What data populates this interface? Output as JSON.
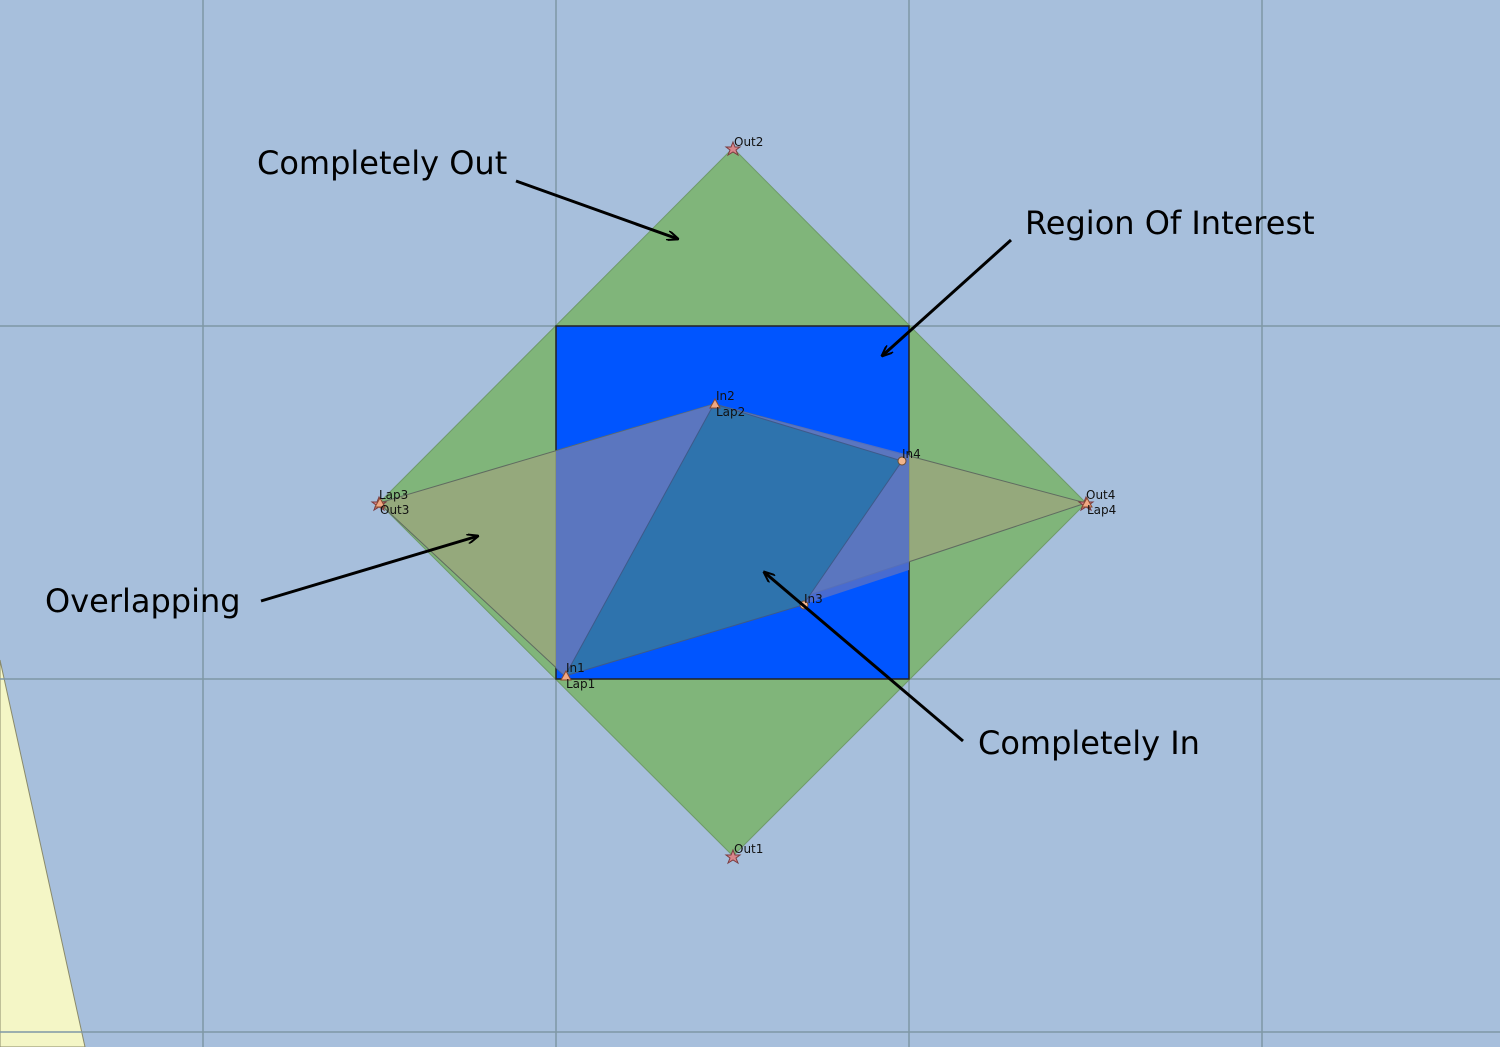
{
  "colors": {
    "water": "#a7bfdc",
    "land": "#f4f6c6",
    "grid": "#7f97a5",
    "outer_diamond": "#80b57a",
    "region_of_interest": "#0055ff",
    "overlap_polygon": "#99a77d",
    "inner_polygon": "#2e73ad"
  },
  "callouts": {
    "completely_out": "Completely Out",
    "region_of_interest": "Region Of Interest",
    "overlapping": "Overlapping",
    "completely_in": "Completely In"
  },
  "points": {
    "out1": "Out1",
    "out2": "Out2",
    "out3": "Out3",
    "out4": "Out4",
    "lap1": "Lap1",
    "lap2": "Lap2",
    "lap3": "Lap3",
    "lap4": "Lap4",
    "in1": "In1",
    "in2": "In2",
    "in3": "In3",
    "in4": "In4"
  }
}
